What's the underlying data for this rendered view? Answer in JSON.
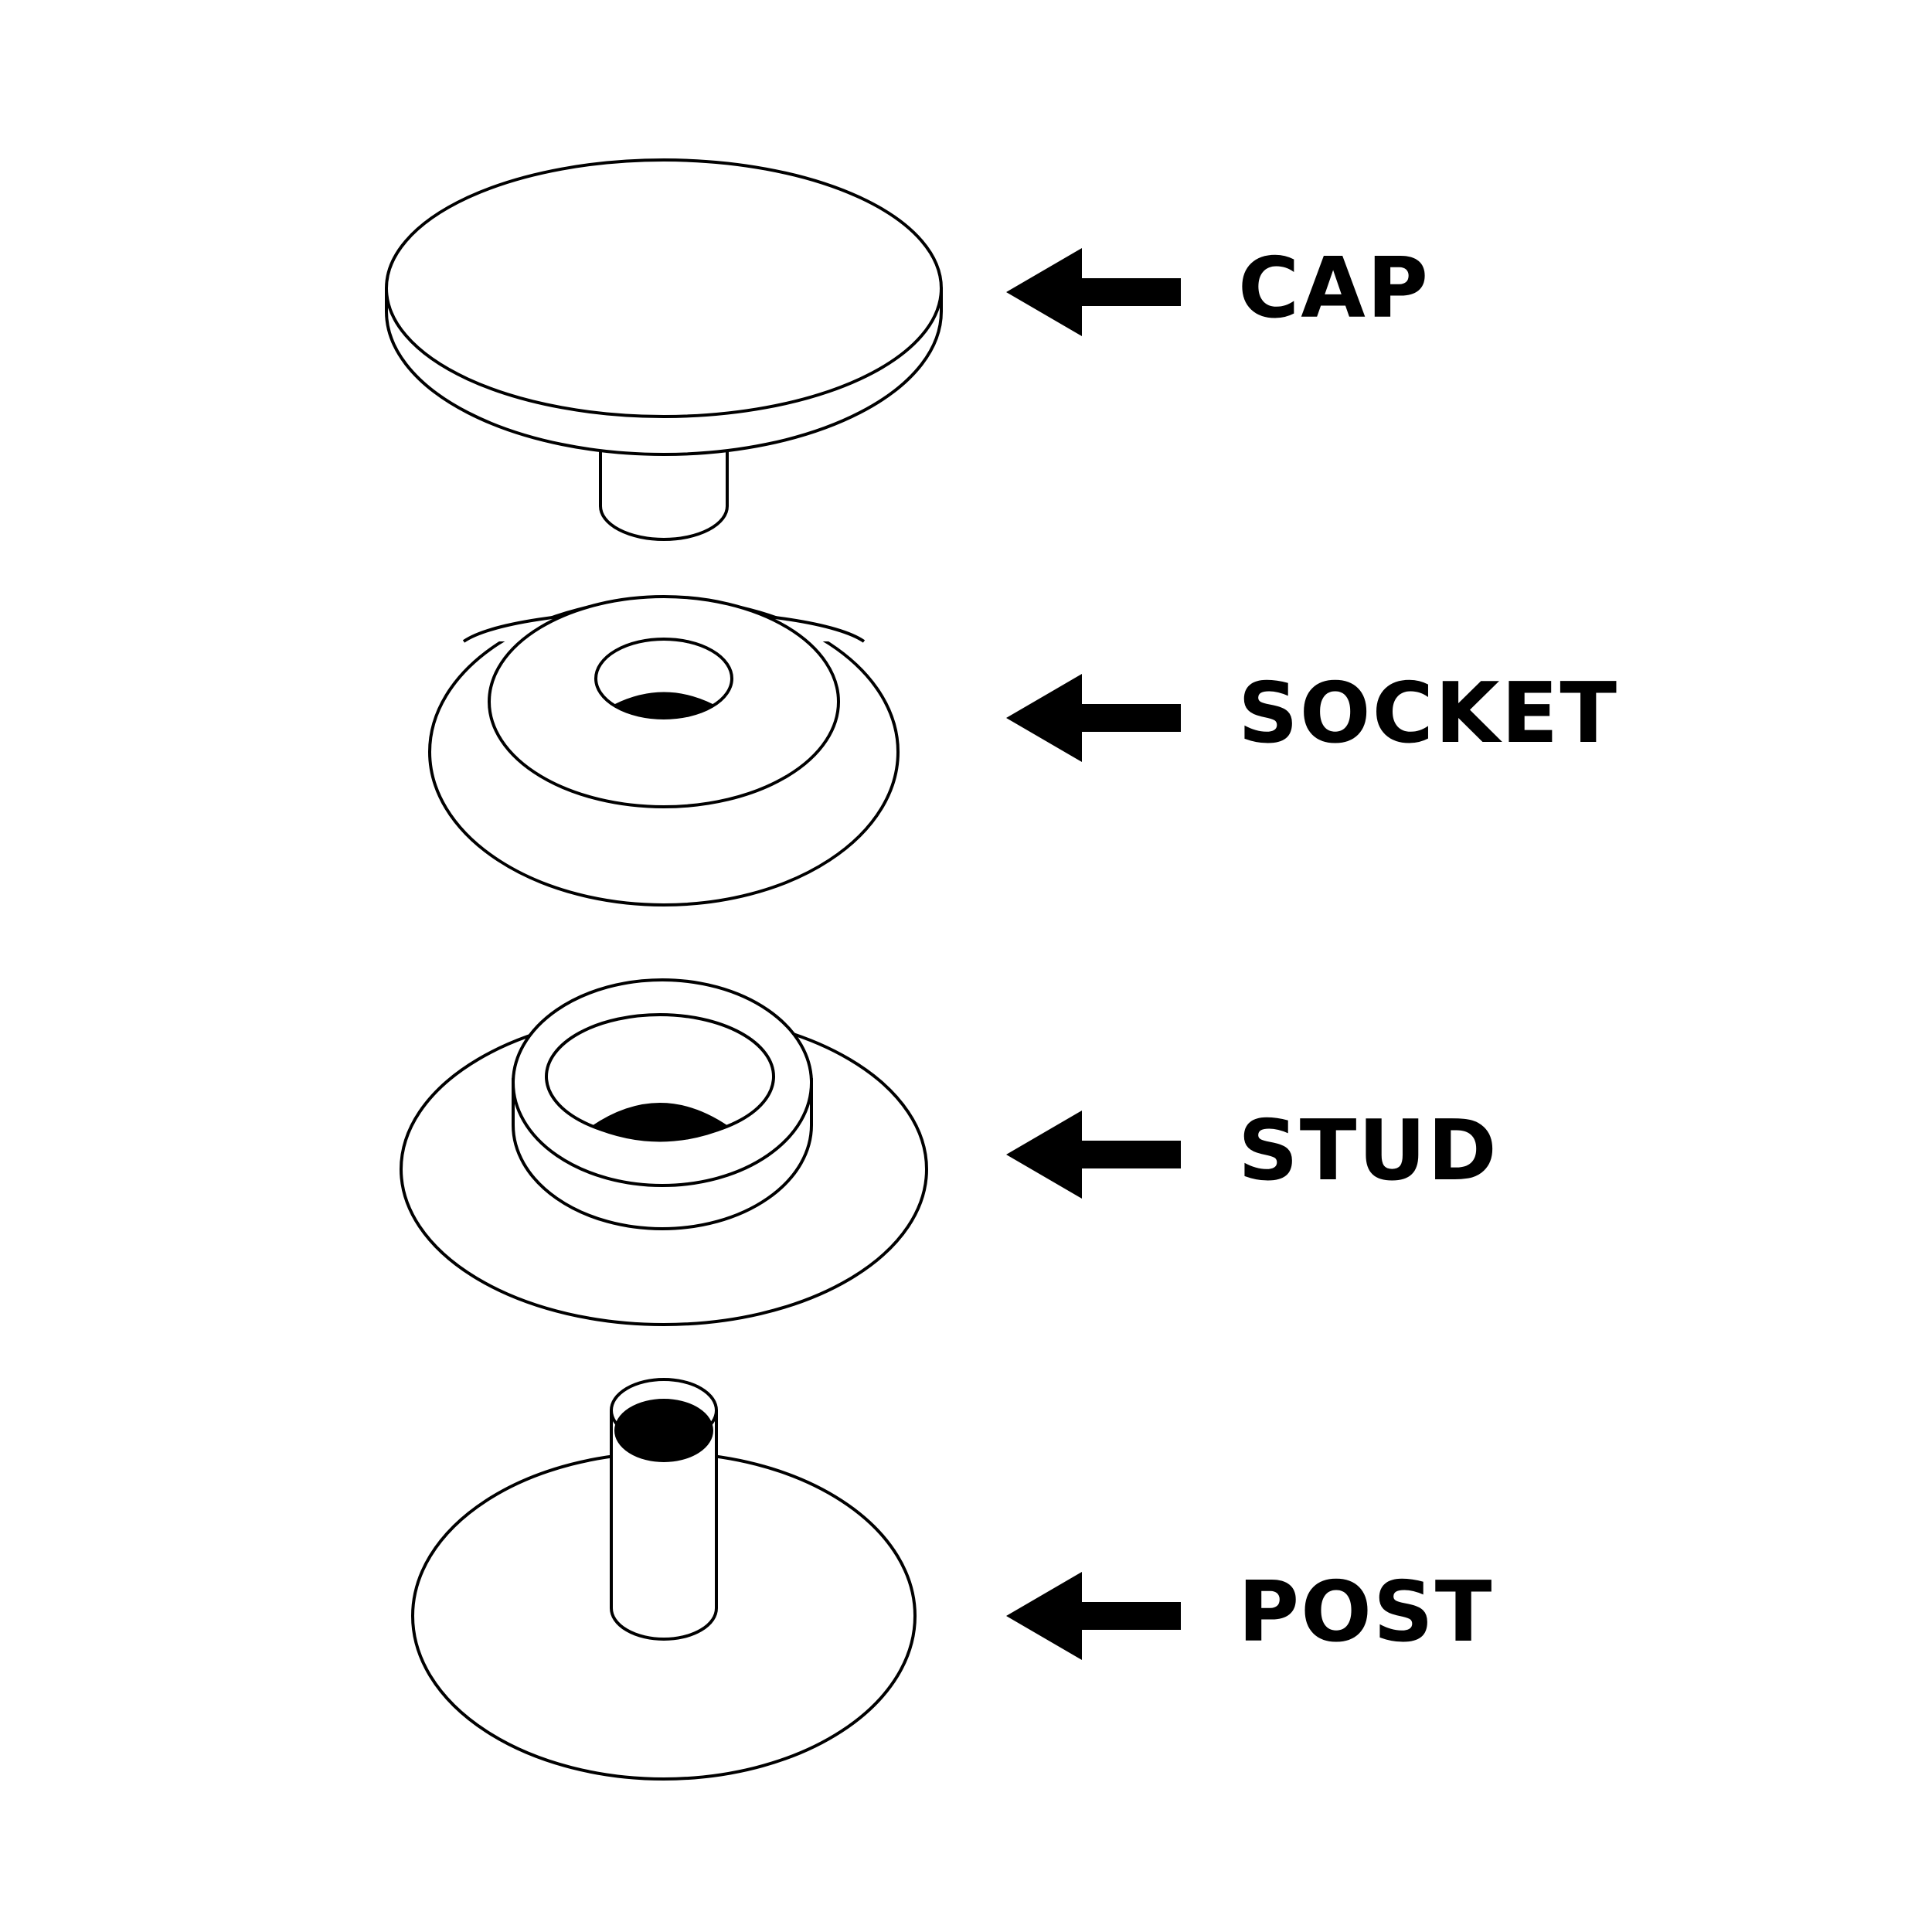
{
  "diagram": {
    "parts": [
      {
        "id": "cap",
        "label": "CAP"
      },
      {
        "id": "socket",
        "label": "SOCKET"
      },
      {
        "id": "stud",
        "label": "STUD"
      },
      {
        "id": "post",
        "label": "POST"
      }
    ]
  },
  "colors": {
    "ink": "#000000",
    "background": "#ffffff"
  }
}
